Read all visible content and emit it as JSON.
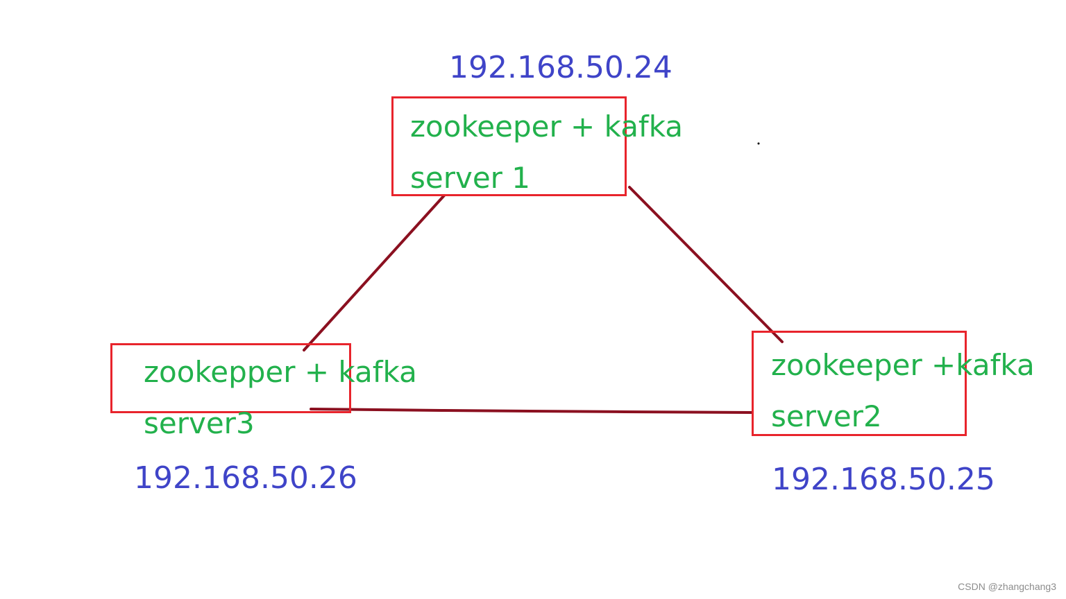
{
  "nodes": [
    {
      "id": "server1",
      "ip": "192.168.50.24",
      "label": "zookeeper + kafka",
      "name": "server 1"
    },
    {
      "id": "server2",
      "ip": "192.168.50.25",
      "label": "zookeeper +kafka",
      "name": "server2"
    },
    {
      "id": "server3",
      "ip": "192.168.50.26",
      "label": "zookepper + kafka",
      "name": "server3"
    }
  ],
  "links": [
    {
      "from": "server1",
      "to": "server3"
    },
    {
      "from": "server1",
      "to": "server2"
    },
    {
      "from": "server3",
      "to": "server2"
    }
  ],
  "colors": {
    "box_border": "#e8242c",
    "label_text": "#22b14c",
    "ip_text": "#3f44c8",
    "link_line": "#8b1020"
  },
  "watermark": "CSDN @zhangchang3"
}
